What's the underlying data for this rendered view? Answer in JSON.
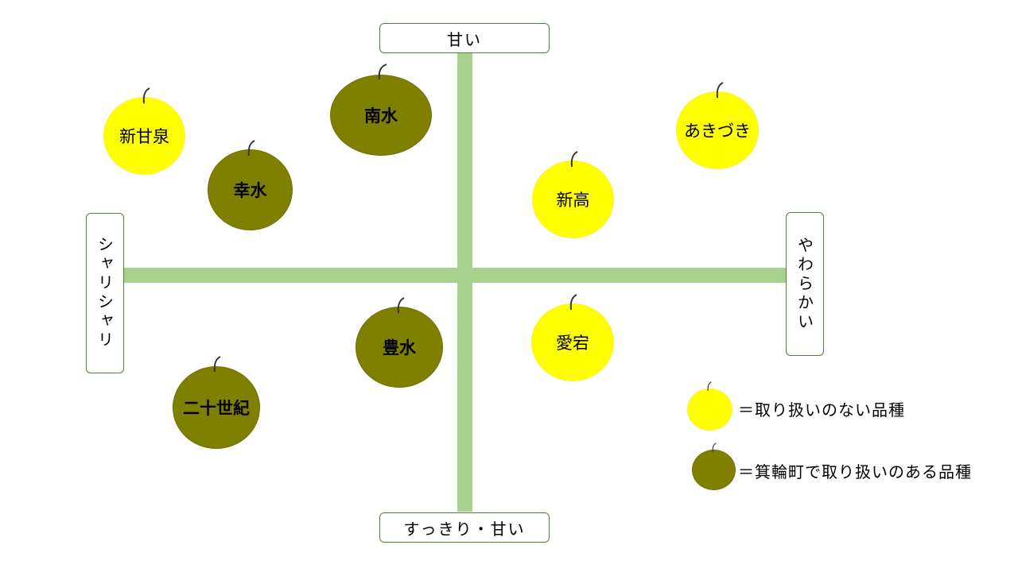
{
  "axes": {
    "top": "甘い",
    "bottom": "すっきり・甘い",
    "left": "シャリシャリ",
    "right": "やわらかい"
  },
  "pears": [
    {
      "id": "shinkansen",
      "label": "新甘泉",
      "kind": "not-handled"
    },
    {
      "id": "kousui",
      "label": "幸水",
      "kind": "handled"
    },
    {
      "id": "nansui",
      "label": "南水",
      "kind": "handled"
    },
    {
      "id": "akizuki",
      "label": "あきづき",
      "kind": "not-handled"
    },
    {
      "id": "niitaka",
      "label": "新高",
      "kind": "not-handled"
    },
    {
      "id": "housui",
      "label": "豊水",
      "kind": "handled"
    },
    {
      "id": "atago",
      "label": "愛宕",
      "kind": "not-handled"
    },
    {
      "id": "nijisseiki",
      "label": "二十世紀",
      "kind": "handled"
    }
  ],
  "legend": {
    "not_handled": "＝取り扱いのない品種",
    "handled": "＝箕輪町で取り扱いのある品種"
  },
  "colors": {
    "axis": "#a9d18e",
    "box_border": "#548235",
    "not_handled_fill": "#ffff00",
    "handled_fill": "#808000"
  }
}
